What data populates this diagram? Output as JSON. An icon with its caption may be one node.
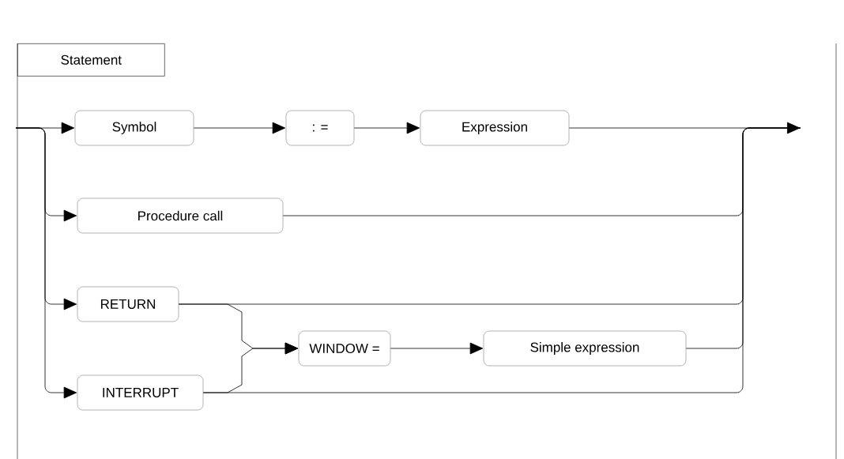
{
  "diagram": {
    "title": "Statement",
    "nodes": [
      {
        "text": [
          "Symbol"
        ]
      },
      {
        "text": [
          ": ="
        ]
      },
      {
        "text": [
          "Expression"
        ]
      },
      {
        "text": [
          "Procedure call"
        ]
      },
      {
        "text": [
          "RETURN"
        ]
      },
      {
        "text": [
          "INTERRUPT"
        ]
      },
      {
        "text": [
          "WINDOW ="
        ]
      },
      {
        "text": [
          "Simple expression"
        ]
      }
    ],
    "edges": [
      {
        "from": null,
        "to": 0,
        "arrow": "to"
      },
      {
        "from": null,
        "to": 3,
        "arrow": "to"
      },
      {
        "from": null,
        "to": 4,
        "arrow": "to"
      },
      {
        "from": null,
        "to": 5,
        "arrow": "to"
      },
      {
        "from": 0,
        "to": 1,
        "arrow": "to"
      },
      {
        "from": 1,
        "to": 2,
        "arrow": "to"
      },
      {
        "from": 2,
        "to": null,
        "arrow": "to"
      },
      {
        "from": 3,
        "to": null,
        "arrow": "none"
      },
      {
        "from": 4,
        "to": null,
        "arrow": "none"
      },
      {
        "from": 4,
        "to": 6,
        "arrow": "to"
      },
      {
        "from": 5,
        "to": 6,
        "arrow": "to"
      },
      {
        "from": 5,
        "to": null,
        "arrow": "none"
      },
      {
        "from": 6,
        "to": 7,
        "arrow": "to"
      },
      {
        "from": 7,
        "to": null,
        "arrow": "none"
      }
    ]
  }
}
